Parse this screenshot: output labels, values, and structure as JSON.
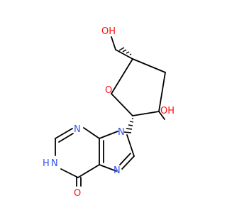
{
  "molecule": {
    "atoms": [
      {
        "id": "o_hydroxymethyl",
        "text": "OH",
        "color": "#ff0d0d"
      },
      {
        "id": "o_ring",
        "text": "O",
        "color": "#ff0d0d"
      },
      {
        "id": "o_ring_hydroxyl",
        "text": "OH",
        "color": "#ff0d0d"
      },
      {
        "id": "n9",
        "text": "N",
        "color": "#3050f8"
      },
      {
        "id": "n3",
        "text": "N",
        "color": "#3050f8"
      },
      {
        "id": "n7",
        "text": "N",
        "color": "#3050f8"
      },
      {
        "id": "n1",
        "text": "N",
        "color": "#3050f8"
      },
      {
        "id": "h_n1",
        "text": "H",
        "color": "#3050f8"
      },
      {
        "id": "o_carbonyl",
        "text": "O",
        "color": "#ff0d0d"
      }
    ],
    "bond_color": "#000000",
    "stereo_wedges": [
      "hashed",
      "hashed"
    ]
  }
}
